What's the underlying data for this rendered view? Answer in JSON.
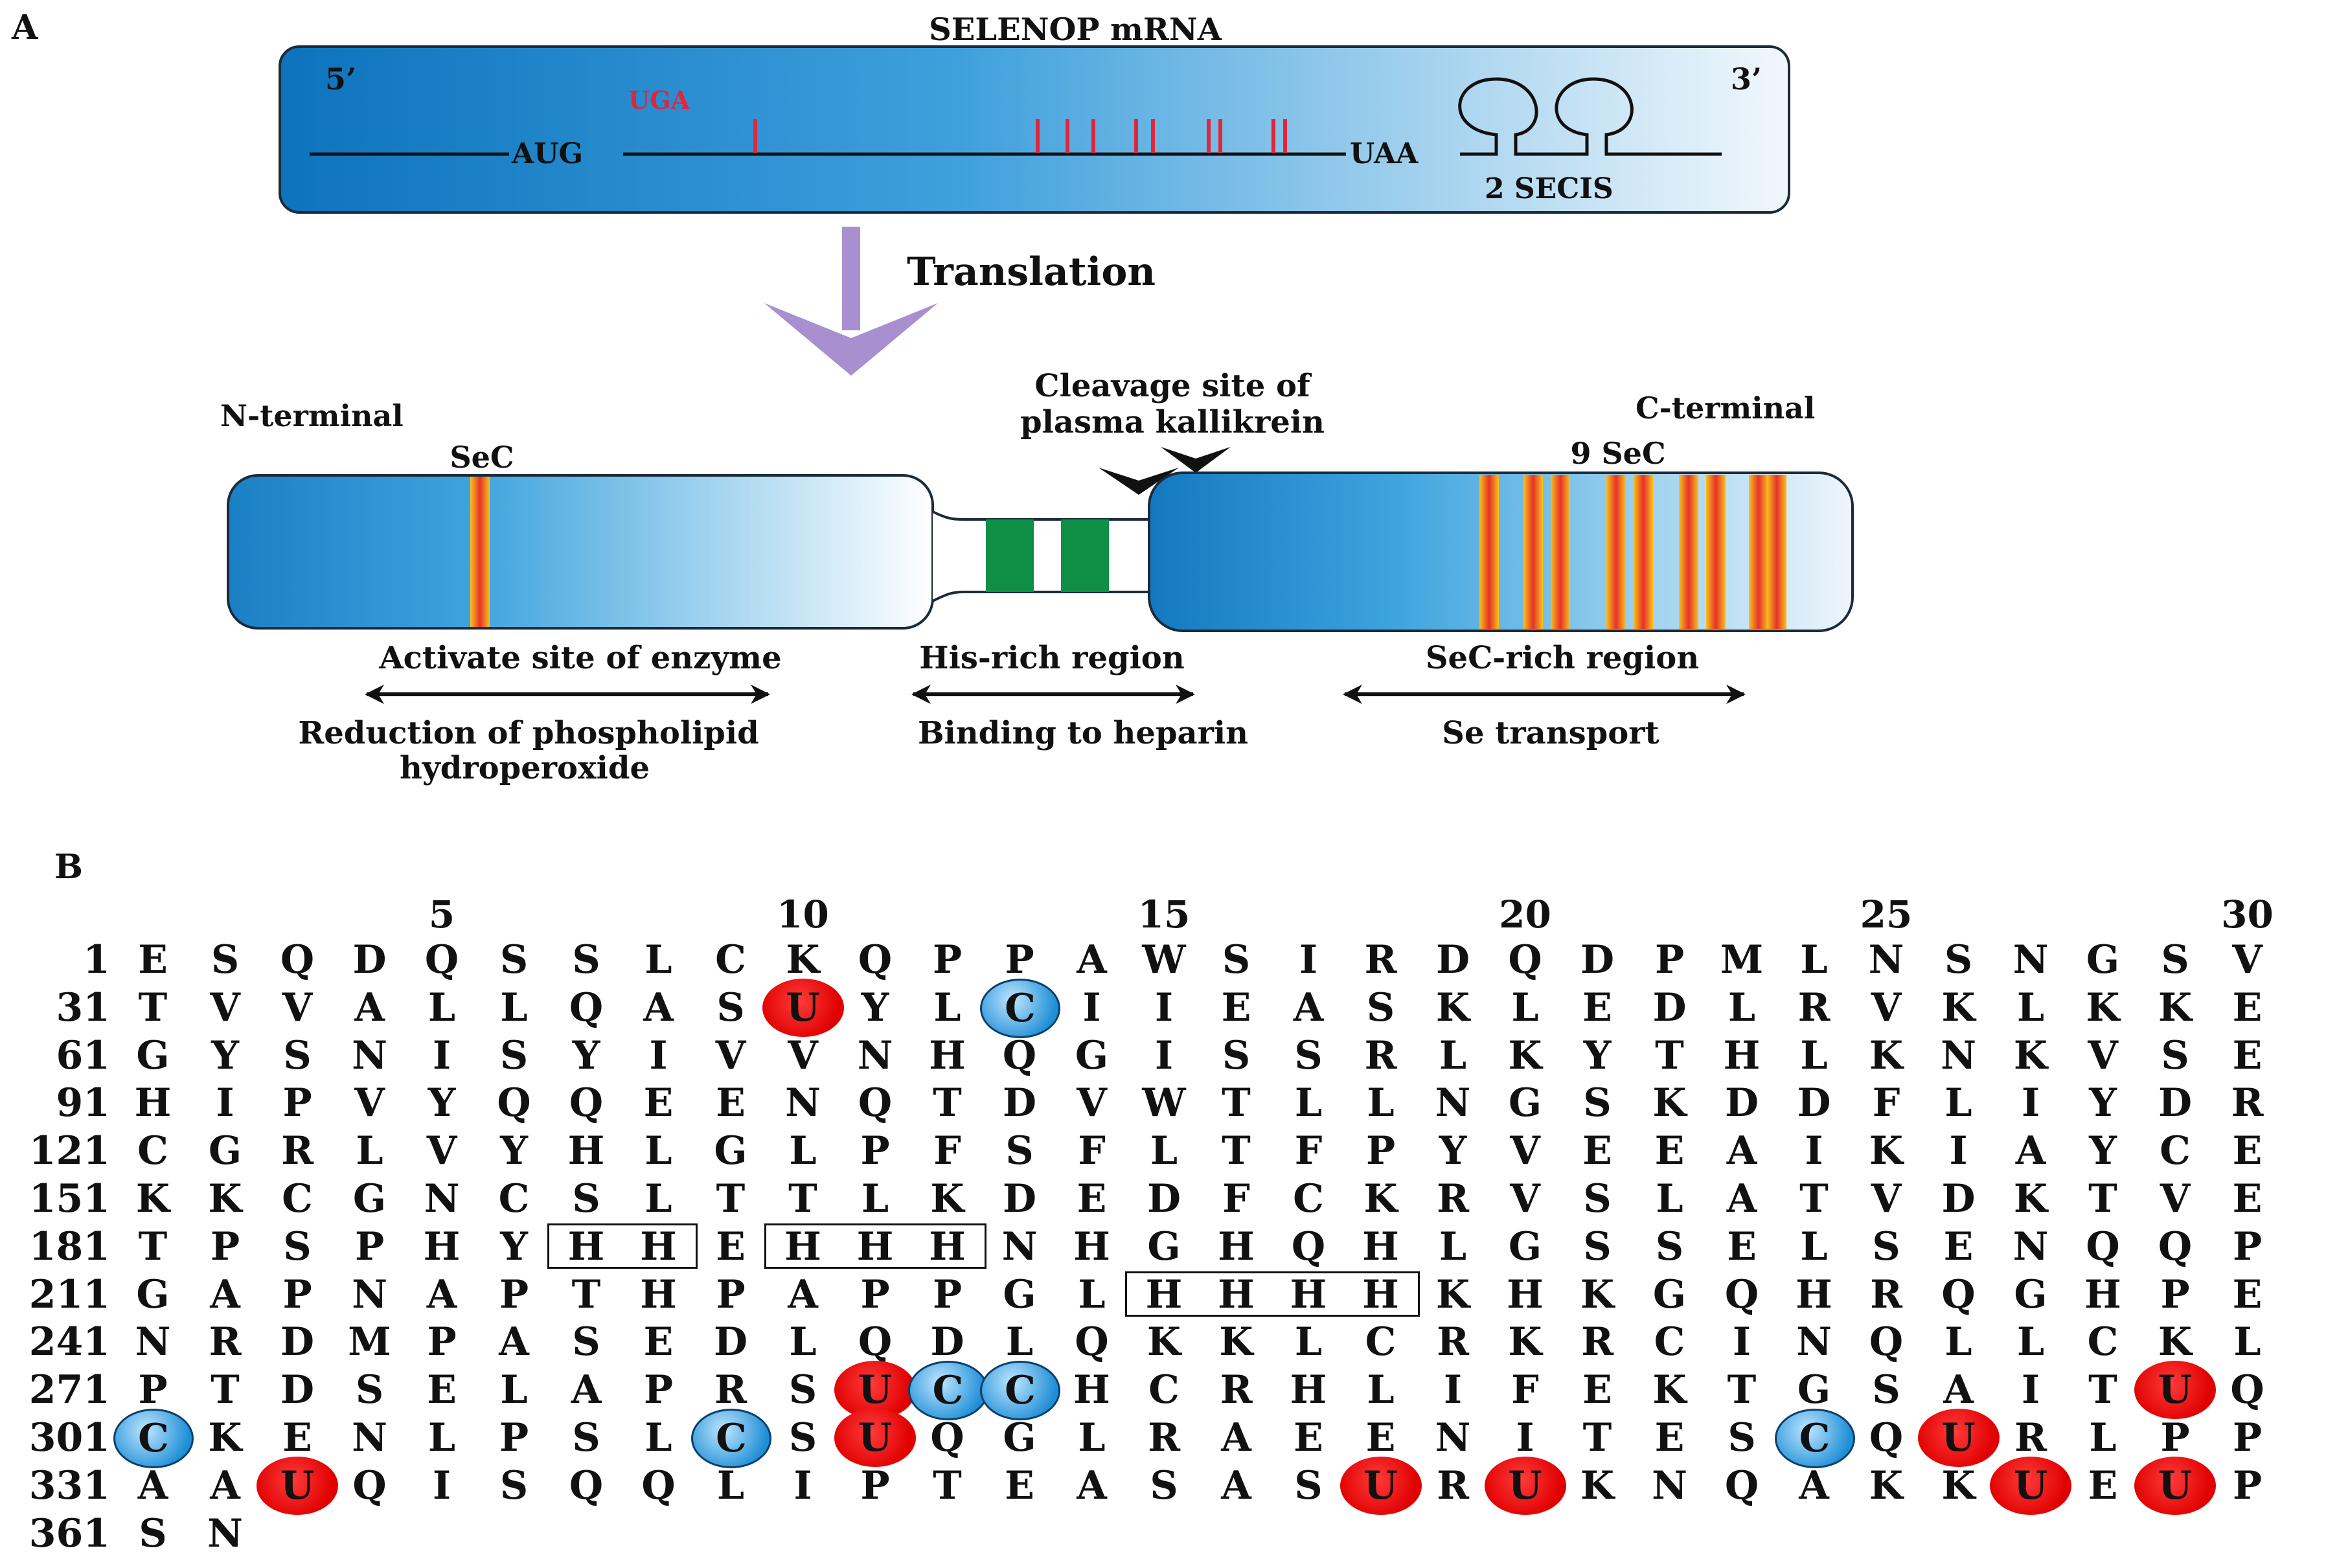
{
  "panel_a": {
    "label": "A",
    "mrna_title": "SELENOP mRNA",
    "five_prime": "5’",
    "three_prime": "3’",
    "uga": "UGA",
    "aug": "AUG",
    "uaa": "UAA",
    "secis": "2 SECIS",
    "translation": "Translation",
    "n_terminal": "N-terminal",
    "sec_single": "SeC",
    "cleavage_line1": "Cleavage site of",
    "cleavage_line2": "plasma kallikrein",
    "c_terminal": "C-terminal",
    "sec_nine": "9 SeC",
    "active_site": "Activate site of enzyme",
    "his_rich": "His-rich region",
    "sec_rich": "SeC-rich region",
    "reduction_line1": "Reduction of phospholipid",
    "reduction_line2": "hydroperoxide",
    "heparin": "Binding to heparin",
    "se_transport": "Se transport",
    "colors": {
      "mrna_blue": "#1a83c9",
      "arrow_purple": "#a88fcf",
      "his_green": "#0e8f45",
      "sec_red": "#e8312a",
      "sec_yellow": "#f7c21b",
      "uga_red": "#e0263a"
    }
  },
  "panel_b": {
    "label": "B",
    "column_numbers": [
      "5",
      "10",
      "15",
      "20",
      "25",
      "30"
    ],
    "rows": [
      {
        "start": "1",
        "residues": [
          "E",
          "S",
          "Q",
          "D",
          "Q",
          "S",
          "S",
          "L",
          "C",
          "K",
          "Q",
          "P",
          "P",
          "A",
          "W",
          "S",
          "I",
          "R",
          "D",
          "Q",
          "D",
          "P",
          "M",
          "L",
          "N",
          "S",
          "N",
          "G",
          "S",
          "V"
        ]
      },
      {
        "start": "31",
        "residues": [
          "T",
          "V",
          "V",
          "A",
          "L",
          "L",
          "Q",
          "A",
          "S",
          "U",
          "Y",
          "L",
          "C",
          "I",
          "I",
          "E",
          "A",
          "S",
          "K",
          "L",
          "E",
          "D",
          "L",
          "R",
          "V",
          "K",
          "L",
          "K",
          "K",
          "E"
        ]
      },
      {
        "start": "61",
        "residues": [
          "G",
          "Y",
          "S",
          "N",
          "I",
          "S",
          "Y",
          "I",
          "V",
          "V",
          "N",
          "H",
          "Q",
          "G",
          "I",
          "S",
          "S",
          "R",
          "L",
          "K",
          "Y",
          "T",
          "H",
          "L",
          "K",
          "N",
          "K",
          "V",
          "S",
          "E"
        ]
      },
      {
        "start": "91",
        "residues": [
          "H",
          "I",
          "P",
          "V",
          "Y",
          "Q",
          "Q",
          "E",
          "E",
          "N",
          "Q",
          "T",
          "D",
          "V",
          "W",
          "T",
          "L",
          "L",
          "N",
          "G",
          "S",
          "K",
          "D",
          "D",
          "F",
          "L",
          "I",
          "Y",
          "D",
          "R"
        ]
      },
      {
        "start": "121",
        "residues": [
          "C",
          "G",
          "R",
          "L",
          "V",
          "Y",
          "H",
          "L",
          "G",
          "L",
          "P",
          "F",
          "S",
          "F",
          "L",
          "T",
          "F",
          "P",
          "Y",
          "V",
          "E",
          "E",
          "A",
          "I",
          "K",
          "I",
          "A",
          "Y",
          "C",
          "E"
        ]
      },
      {
        "start": "151",
        "residues": [
          "K",
          "K",
          "C",
          "G",
          "N",
          "C",
          "S",
          "L",
          "T",
          "T",
          "L",
          "K",
          "D",
          "E",
          "D",
          "F",
          "C",
          "K",
          "R",
          "V",
          "S",
          "L",
          "A",
          "T",
          "V",
          "D",
          "K",
          "T",
          "V",
          "E"
        ]
      },
      {
        "start": "181",
        "residues": [
          "T",
          "P",
          "S",
          "P",
          "H",
          "Y",
          "H",
          "H",
          "E",
          "H",
          "H",
          "H",
          "N",
          "H",
          "G",
          "H",
          "Q",
          "H",
          "L",
          "G",
          "S",
          "S",
          "E",
          "L",
          "S",
          "E",
          "N",
          "Q",
          "Q",
          "P"
        ]
      },
      {
        "start": "211",
        "residues": [
          "G",
          "A",
          "P",
          "N",
          "A",
          "P",
          "T",
          "H",
          "P",
          "A",
          "P",
          "P",
          "G",
          "L",
          "H",
          "H",
          "H",
          "H",
          "K",
          "H",
          "K",
          "G",
          "Q",
          "H",
          "R",
          "Q",
          "G",
          "H",
          "P",
          "E"
        ]
      },
      {
        "start": "241",
        "residues": [
          "N",
          "R",
          "D",
          "M",
          "P",
          "A",
          "S",
          "E",
          "D",
          "L",
          "Q",
          "D",
          "L",
          "Q",
          "K",
          "K",
          "L",
          "C",
          "R",
          "K",
          "R",
          "C",
          "I",
          "N",
          "Q",
          "L",
          "L",
          "C",
          "K",
          "L"
        ]
      },
      {
        "start": "271",
        "residues": [
          "P",
          "T",
          "D",
          "S",
          "E",
          "L",
          "A",
          "P",
          "R",
          "S",
          "U",
          "C",
          "C",
          "H",
          "C",
          "R",
          "H",
          "L",
          "I",
          "F",
          "E",
          "K",
          "T",
          "G",
          "S",
          "A",
          "I",
          "T",
          "U",
          "Q"
        ]
      },
      {
        "start": "301",
        "residues": [
          "C",
          "K",
          "E",
          "N",
          "L",
          "P",
          "S",
          "L",
          "C",
          "S",
          "U",
          "Q",
          "G",
          "L",
          "R",
          "A",
          "E",
          "E",
          "N",
          "I",
          "T",
          "E",
          "S",
          "C",
          "Q",
          "U",
          "R",
          "L",
          "P",
          "P"
        ]
      },
      {
        "start": "331",
        "residues": [
          "A",
          "A",
          "U",
          "Q",
          "I",
          "S",
          "Q",
          "Q",
          "L",
          "I",
          "P",
          "T",
          "E",
          "A",
          "S",
          "A",
          "S",
          "U",
          "R",
          "U",
          "K",
          "N",
          "Q",
          "A",
          "K",
          "K",
          "U",
          "E",
          "U",
          "P"
        ]
      },
      {
        "start": "361",
        "residues": [
          "S",
          "N"
        ]
      }
    ],
    "colors": {
      "sec_circle": "#e00000",
      "cys_circle": "#1e8ed6"
    }
  }
}
